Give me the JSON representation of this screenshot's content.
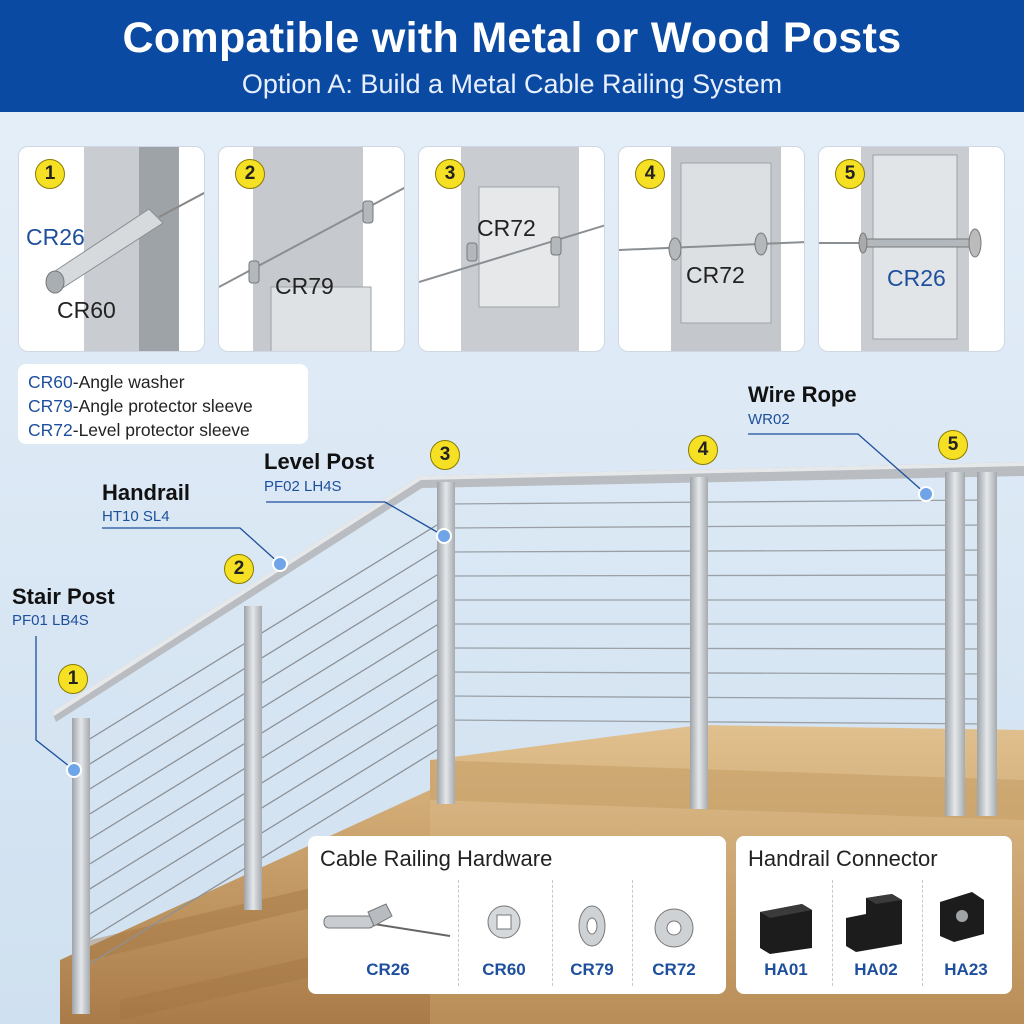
{
  "header": {
    "title": "Compatible with Metal or Wood Posts",
    "subtitle": "Option A: Build a Metal Cable Railing System"
  },
  "panels": [
    {
      "number": "1",
      "labels": [
        "CR26",
        "CR60"
      ]
    },
    {
      "number": "2",
      "labels": [
        "CR79"
      ]
    },
    {
      "number": "3",
      "labels": [
        "CR72"
      ]
    },
    {
      "number": "4",
      "labels": [
        "CR72"
      ]
    },
    {
      "number": "5",
      "labels": [
        "CR26"
      ]
    }
  ],
  "legend": [
    {
      "code": "CR60",
      "text": "-Angle washer"
    },
    {
      "code": "CR79",
      "text": "-Angle protector sleeve"
    },
    {
      "code": "CR72",
      "text": "-Level protector sleeve"
    }
  ],
  "callouts": {
    "stair_post": {
      "title": "Stair Post",
      "code": "PF01 LB4S"
    },
    "handrail": {
      "title": "Handrail",
      "code": "HT10 SL4"
    },
    "level_post": {
      "title": "Level Post",
      "code": "PF02 LH4S"
    },
    "wire_rope": {
      "title": "Wire Rope",
      "code": "WR02"
    }
  },
  "post_markers": [
    "1",
    "2",
    "3",
    "4",
    "5"
  ],
  "hardware": {
    "title": "Cable Railing Hardware",
    "items": [
      "CR26",
      "CR60",
      "CR79",
      "CR72"
    ]
  },
  "connector": {
    "title": "Handrail Connector",
    "items": [
      "HA01",
      "HA02",
      "HA23"
    ]
  },
  "colors": {
    "header_bg": "#0b4aa3",
    "accent_blue": "#1d4f9c",
    "badge_yellow": "#f6e024",
    "steel": "#b8bcc0",
    "wood": "#c9a472"
  }
}
